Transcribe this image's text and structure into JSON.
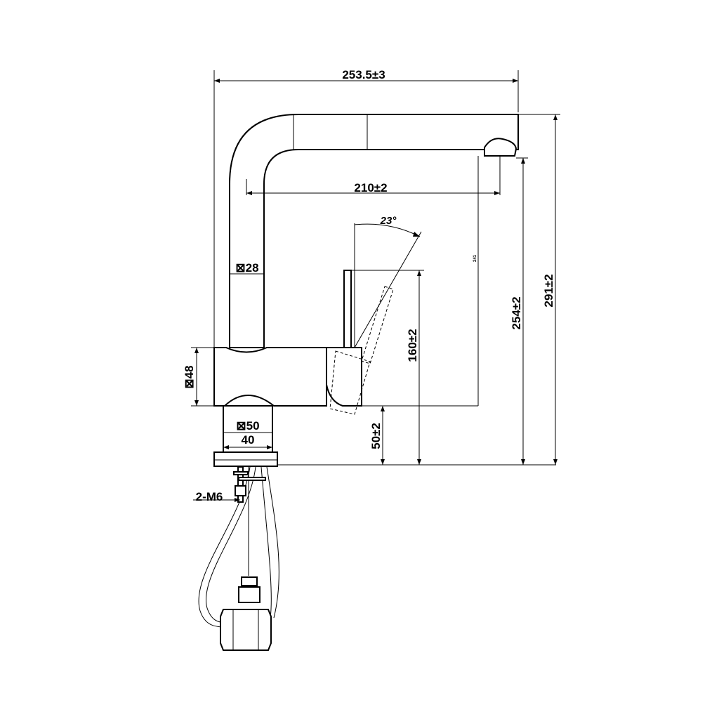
{
  "dimensions": {
    "overall_width": "253.5±3",
    "spout_reach": "210±2",
    "lever_angle": "23°",
    "spout_tube_section": "⊠28",
    "body_section": "⊠48",
    "base_section": "⊠50",
    "base_width": "40",
    "mount_thread": "2-M6",
    "small_annotation": "241",
    "lever_height": "160±2",
    "body_height": "50±2",
    "outlet_height": "254±2",
    "overall_height": "291±2"
  },
  "colors": {
    "line": "#000000",
    "background": "#ffffff"
  }
}
